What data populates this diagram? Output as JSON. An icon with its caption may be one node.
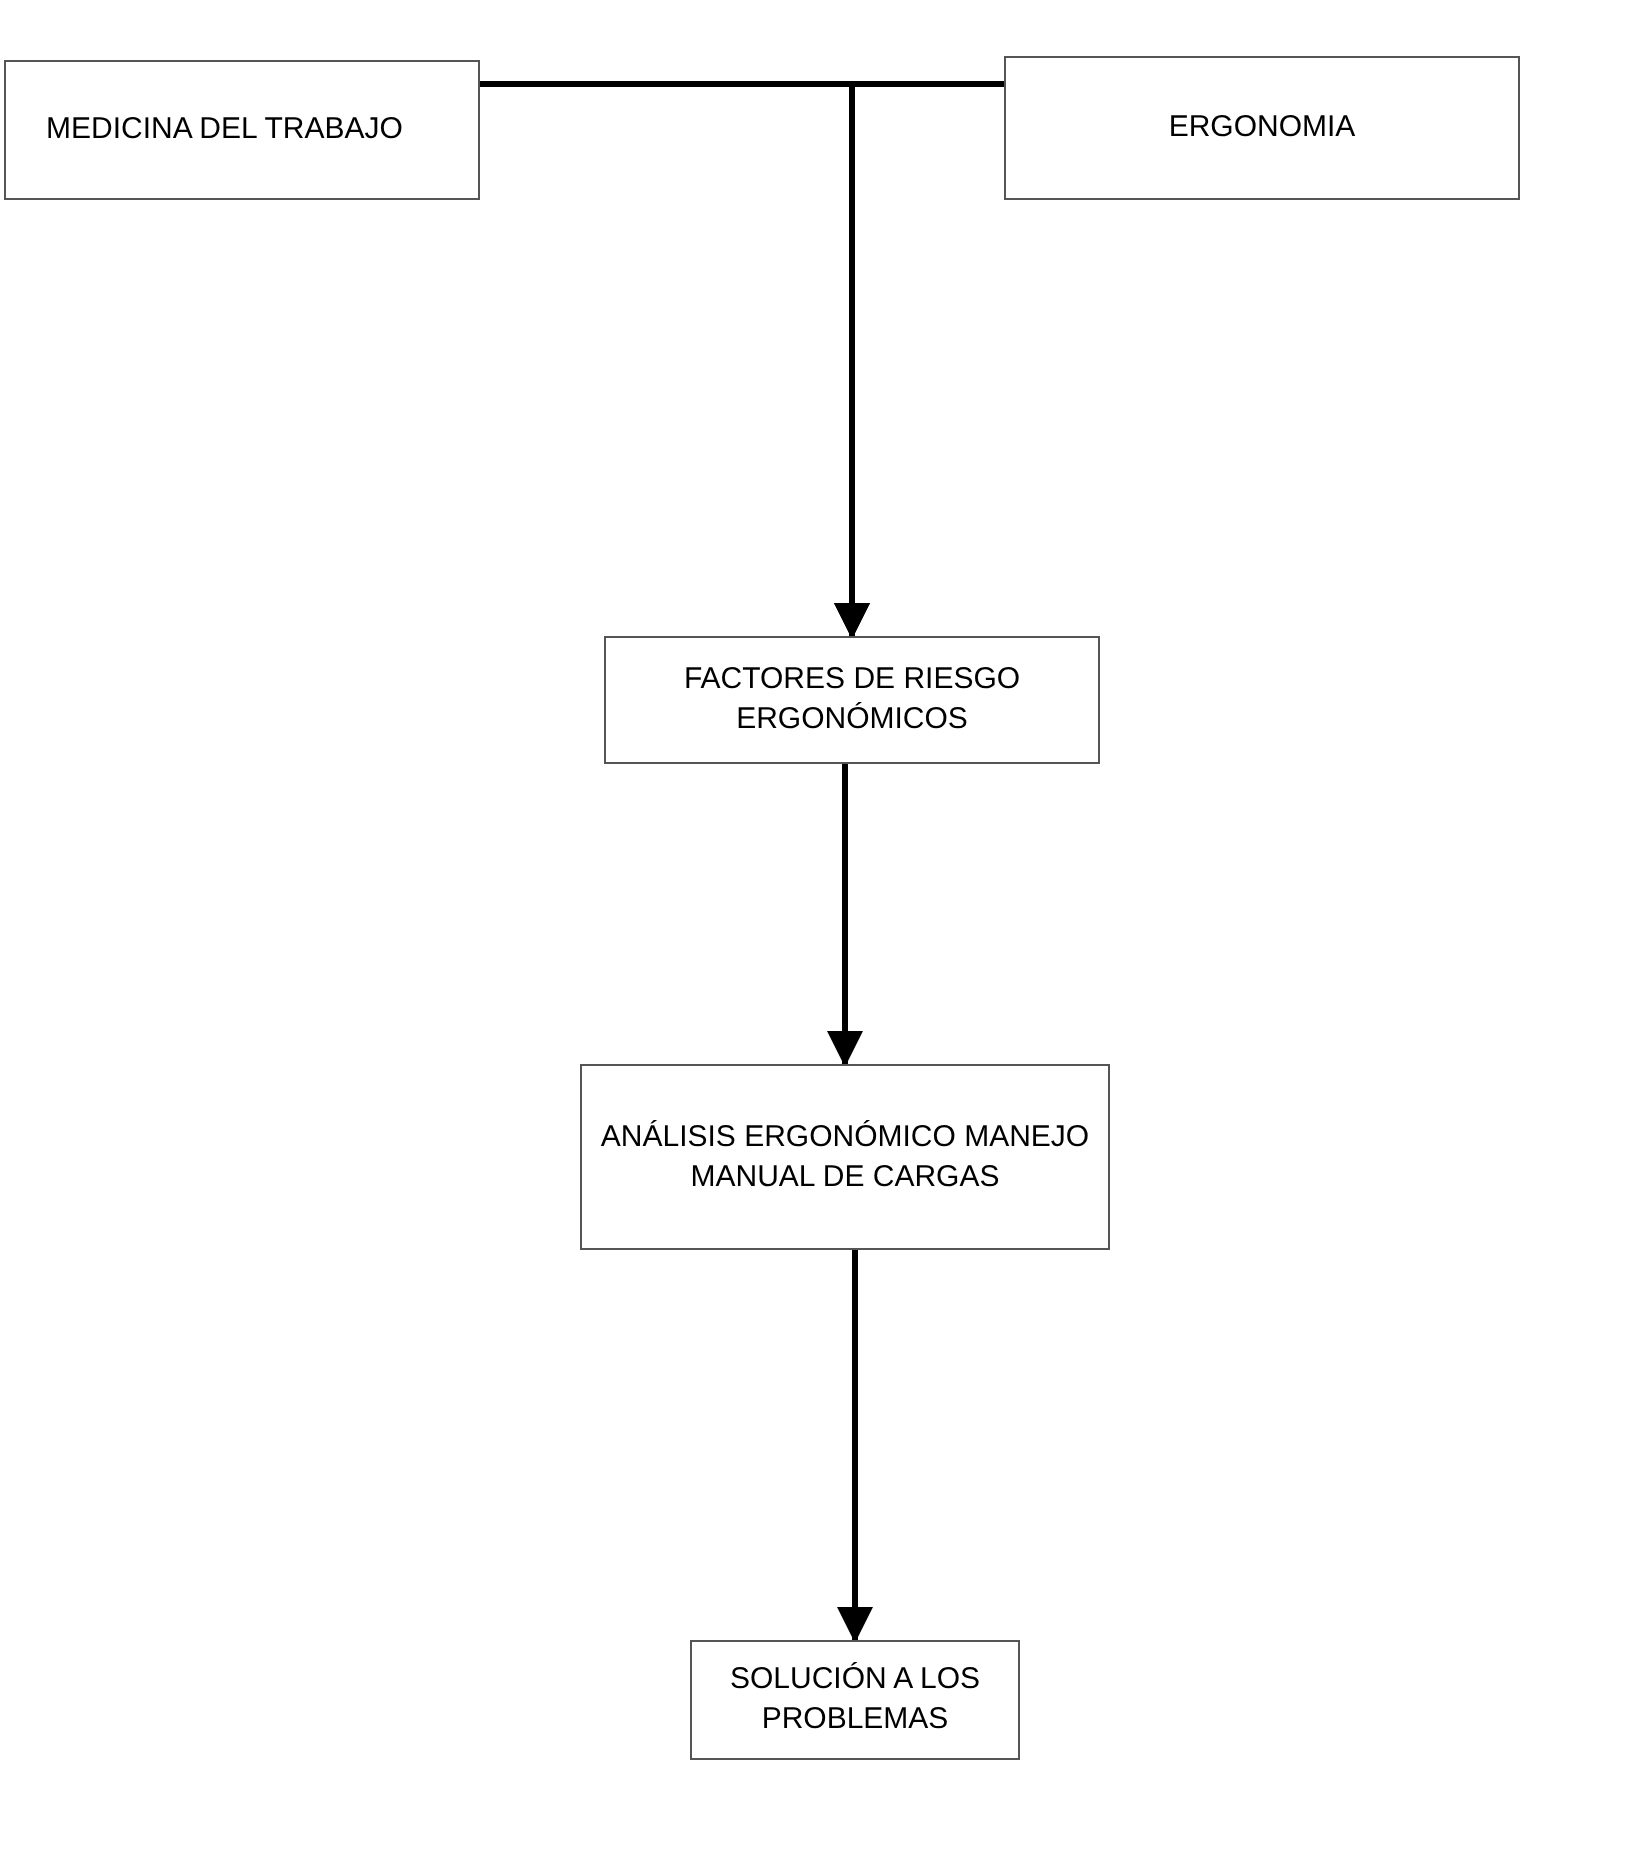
{
  "diagram": {
    "nodes": [
      {
        "text": [
          "MEDICINA DEL TRABAJO"
        ]
      },
      {
        "text": [
          "ERGONOMIA"
        ]
      },
      {
        "text": [
          "FACTORES DE RIESGO ERGONÓMICOS"
        ]
      },
      {
        "text": [
          "ANÁLISIS ERGONÓMICO MANEJO MANUAL DE CARGAS"
        ]
      },
      {
        "text": [
          "SOLUCIÓN A LOS PROBLEMAS"
        ]
      }
    ],
    "edges": [
      {
        "from": 0,
        "to": 2,
        "arrow": "to"
      },
      {
        "from": 1,
        "to": 2,
        "arrow": "to"
      },
      {
        "from": 2,
        "to": 3,
        "arrow": "to"
      },
      {
        "from": 3,
        "to": 4,
        "arrow": "to"
      }
    ]
  }
}
